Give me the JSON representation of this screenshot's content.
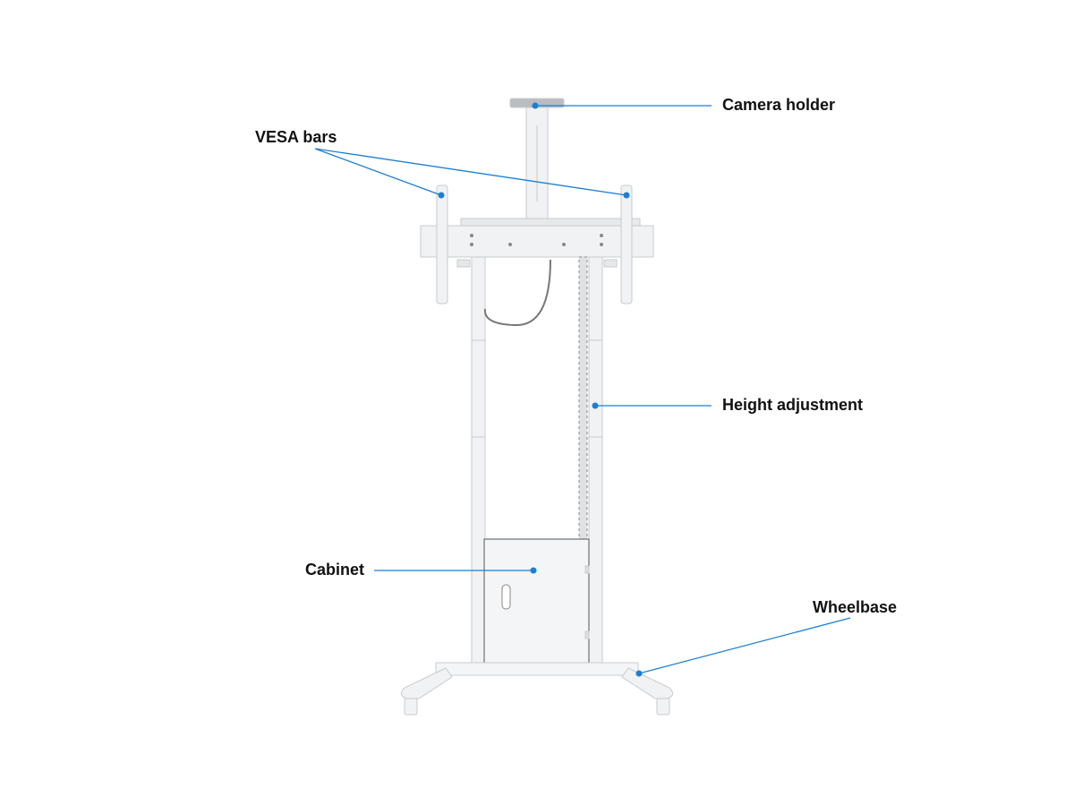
{
  "labels": {
    "camera_holder": "Camera holder",
    "vesa_bars": "VESA bars",
    "height_adjustment": "Height adjustment",
    "cabinet": "Cabinet",
    "wheelbase": "Wheelbase"
  },
  "colors": {
    "callout": "#1a7fd4",
    "stand": "#f1f2f4",
    "stand_edge": "#c9cbcf"
  }
}
